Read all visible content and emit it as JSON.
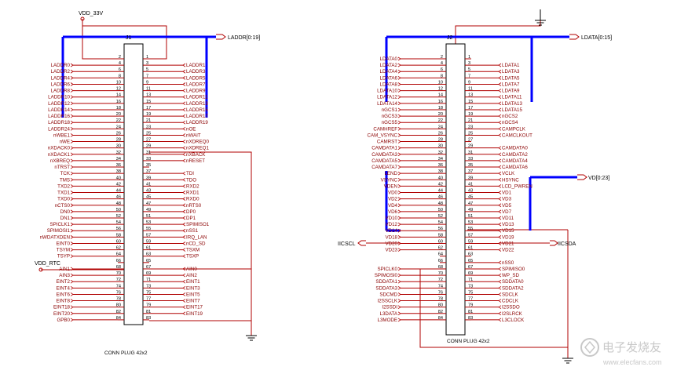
{
  "nets": {
    "vdd33": "VDD_33V",
    "vddrtc": "VDD_RTC",
    "laddr_bus": "LADDR[0:19]",
    "ldata_bus": "LDATA[0:15]",
    "vd_bus": "VD[0:23]",
    "iicscl": "IICSCL",
    "iicsda": "IICSDA"
  },
  "j1": {
    "ref": "J1",
    "part": "CONN PLUG 42x2",
    "rows": [
      {
        "ln": "",
        "lp": "2",
        "rp": "1",
        "rn": ""
      },
      {
        "ln": "LADDR0",
        "lp": "4",
        "rp": "3",
        "rn": "LADDR1"
      },
      {
        "ln": "LADDR2",
        "lp": "6",
        "rp": "5",
        "rn": "LADDR3"
      },
      {
        "ln": "LADDR4",
        "lp": "8",
        "rp": "7",
        "rn": "LADDR5"
      },
      {
        "ln": "LADDR6",
        "lp": "10",
        "rp": "9",
        "rn": "LADDR7"
      },
      {
        "ln": "LADDR8",
        "lp": "12",
        "rp": "11",
        "rn": "LADDR9"
      },
      {
        "ln": "LADDR10",
        "lp": "14",
        "rp": "13",
        "rn": "LADDR11"
      },
      {
        "ln": "LADDR12",
        "lp": "16",
        "rp": "15",
        "rn": "LADDR13"
      },
      {
        "ln": "LADDR14",
        "lp": "18",
        "rp": "17",
        "rn": "LADDR15"
      },
      {
        "ln": "LADDR16",
        "lp": "20",
        "rp": "19",
        "rn": "LADDR17"
      },
      {
        "ln": "LADDR18",
        "lp": "22",
        "rp": "21",
        "rn": "LADDR19"
      },
      {
        "ln": "LADDR24",
        "lp": "24",
        "rp": "23",
        "rn": "nOE"
      },
      {
        "ln": "nWBE1",
        "lp": "26",
        "rp": "25",
        "rn": "nWAIT"
      },
      {
        "ln": "nWE",
        "lp": "28",
        "rp": "27",
        "rn": "nXDREQ0"
      },
      {
        "ln": "nXDACK0",
        "lp": "30",
        "rp": "29",
        "rn": "nXDREQ1"
      },
      {
        "ln": "nXDACK1",
        "lp": "32",
        "rp": "31",
        "rn": "nXBACK"
      },
      {
        "ln": "nXBREQ",
        "lp": "34",
        "rp": "33",
        "rn": "nRESET"
      },
      {
        "ln": "nTRST",
        "lp": "36",
        "rp": "35",
        "rn": ""
      },
      {
        "ln": "TCK",
        "lp": "38",
        "rp": "37",
        "rn": "TDI"
      },
      {
        "ln": "TMS",
        "lp": "40",
        "rp": "39",
        "rn": "TDO"
      },
      {
        "ln": "TXD2",
        "lp": "42",
        "rp": "41",
        "rn": "RXD2"
      },
      {
        "ln": "TXD1",
        "lp": "44",
        "rp": "43",
        "rn": "RXD1"
      },
      {
        "ln": "TXD0",
        "lp": "46",
        "rp": "45",
        "rn": "RXD0"
      },
      {
        "ln": "nCTS0",
        "lp": "48",
        "rp": "47",
        "rn": "nRTS0"
      },
      {
        "ln": "DN0",
        "lp": "50",
        "rp": "49",
        "rn": "DP0"
      },
      {
        "ln": "DN1",
        "lp": "52",
        "rp": "51",
        "rn": "DP1"
      },
      {
        "ln": "SPICLK1",
        "lp": "54",
        "rp": "53",
        "rn": "SPIMISO1"
      },
      {
        "ln": "SPIMOSI1",
        "lp": "56",
        "rp": "55",
        "rn": "nSS1"
      },
      {
        "ln": "nWDATXDEN",
        "lp": "58",
        "rp": "57",
        "rn": "IRQ_LAN"
      },
      {
        "ln": "EINT0",
        "lp": "60",
        "rp": "59",
        "rn": "nCD_SD"
      },
      {
        "ln": "TSYM",
        "lp": "62",
        "rp": "61",
        "rn": "TSXM"
      },
      {
        "ln": "TSYP",
        "lp": "64",
        "rp": "63",
        "rn": "TSXP"
      },
      {
        "ln": "",
        "lp": "66",
        "rp": "65",
        "rn": ""
      },
      {
        "ln": "AIN1",
        "lp": "68",
        "rp": "67",
        "rn": "AIN0"
      },
      {
        "ln": "AIN3",
        "lp": "70",
        "rp": "69",
        "rn": "AIN2"
      },
      {
        "ln": "EINT2",
        "lp": "72",
        "rp": "71",
        "rn": "EINT1"
      },
      {
        "ln": "EINT4",
        "lp": "74",
        "rp": "73",
        "rn": "EINT3"
      },
      {
        "ln": "EINT6",
        "lp": "76",
        "rp": "75",
        "rn": "EINT5"
      },
      {
        "ln": "EINT8",
        "lp": "78",
        "rp": "77",
        "rn": "EINT7"
      },
      {
        "ln": "EINT18",
        "lp": "80",
        "rp": "79",
        "rn": "EINT17"
      },
      {
        "ln": "EINT20",
        "lp": "82",
        "rp": "81",
        "rn": "EINT19"
      },
      {
        "ln": "GPB0",
        "lp": "84",
        "rp": "83",
        "rn": ""
      }
    ]
  },
  "j2": {
    "ref": "J2",
    "part": "CONN PLUG 42x2",
    "rows": [
      {
        "ln": "LDATA0",
        "lp": "2",
        "rp": "1",
        "rn": ""
      },
      {
        "ln": "LDATA2",
        "lp": "4",
        "rp": "3",
        "rn": "LDATA1"
      },
      {
        "ln": "LDATA4",
        "lp": "6",
        "rp": "5",
        "rn": "LDATA3"
      },
      {
        "ln": "LDATA6",
        "lp": "8",
        "rp": "7",
        "rn": "LDATA5"
      },
      {
        "ln": "LDATA8",
        "lp": "10",
        "rp": "9",
        "rn": "LDATA7"
      },
      {
        "ln": "LDATA10",
        "lp": "12",
        "rp": "11",
        "rn": "LDATA9"
      },
      {
        "ln": "LDATA12",
        "lp": "14",
        "rp": "13",
        "rn": "LDATA11"
      },
      {
        "ln": "LDATA14",
        "lp": "16",
        "rp": "15",
        "rn": "LDATA13"
      },
      {
        "ln": "nGCS1",
        "lp": "18",
        "rp": "17",
        "rn": "LDATA15"
      },
      {
        "ln": "nGCS3",
        "lp": "20",
        "rp": "19",
        "rn": "nGCS2"
      },
      {
        "ln": "nGCS5",
        "lp": "22",
        "rp": "21",
        "rn": "nGCS4"
      },
      {
        "ln": "CAMHREF",
        "lp": "24",
        "rp": "23",
        "rn": "CAMPCLK"
      },
      {
        "ln": "CAM_VSYNC",
        "lp": "26",
        "rp": "25",
        "rn": "CAMCLKOUT"
      },
      {
        "ln": "CAMRST",
        "lp": "28",
        "rp": "27",
        "rn": ""
      },
      {
        "ln": "CAMDATA1",
        "lp": "30",
        "rp": "29",
        "rn": "CAMDATA0"
      },
      {
        "ln": "CAMDATA3",
        "lp": "32",
        "rp": "31",
        "rn": "CAMDATA2"
      },
      {
        "ln": "CAMDATA5",
        "lp": "34",
        "rp": "33",
        "rn": "CAMDATA4"
      },
      {
        "ln": "CAMDATA7",
        "lp": "36",
        "rp": "35",
        "rn": "CAMDATA6"
      },
      {
        "ln": "LEND",
        "lp": "38",
        "rp": "37",
        "rn": "VCLK"
      },
      {
        "ln": "VSYNC",
        "lp": "40",
        "rp": "39",
        "rn": "HSYNC"
      },
      {
        "ln": "VDEN",
        "lp": "42",
        "rp": "41",
        "rn": "LCD_PWREN"
      },
      {
        "ln": "VD0",
        "lp": "44",
        "rp": "43",
        "rn": "VD1"
      },
      {
        "ln": "VD2",
        "lp": "46",
        "rp": "45",
        "rn": "VD3"
      },
      {
        "ln": "VD4",
        "lp": "48",
        "rp": "47",
        "rn": "VD5"
      },
      {
        "ln": "VD6",
        "lp": "50",
        "rp": "49",
        "rn": "VD7"
      },
      {
        "ln": "VD10",
        "lp": "52",
        "rp": "51",
        "rn": "VD11"
      },
      {
        "ln": "VD12",
        "lp": "54",
        "rp": "53",
        "rn": "VD13"
      },
      {
        "ln": "VD14",
        "lp": "56",
        "rp": "55",
        "rn": "VD15"
      },
      {
        "ln": "VD18",
        "lp": "58",
        "rp": "57",
        "rn": "VD19"
      },
      {
        "ln": "VD20",
        "lp": "60",
        "rp": "59",
        "rn": "VD21"
      },
      {
        "ln": "VD23",
        "lp": "62",
        "rp": "61",
        "rn": "VD22"
      },
      {
        "ln": "",
        "lp": "64",
        "rp": "63",
        "rn": ""
      },
      {
        "ln": "",
        "lp": "66",
        "rp": "65",
        "rn": "nSS0"
      },
      {
        "ln": "SPICLK0",
        "lp": "68",
        "rp": "67",
        "rn": "SPIMISO0"
      },
      {
        "ln": "SPIMOSI0",
        "lp": "70",
        "rp": "69",
        "rn": "WP_SD"
      },
      {
        "ln": "SDDATA1",
        "lp": "72",
        "rp": "71",
        "rn": "SDDATA0"
      },
      {
        "ln": "SDDATA3",
        "lp": "74",
        "rp": "73",
        "rn": "SDDATA2"
      },
      {
        "ln": "SDCMD",
        "lp": "76",
        "rp": "75",
        "rn": "SDCLK"
      },
      {
        "ln": "I2SSCLK",
        "lp": "78",
        "rp": "77",
        "rn": "CDCLK"
      },
      {
        "ln": "I2SSDI",
        "lp": "80",
        "rp": "79",
        "rn": "I2SSDO"
      },
      {
        "ln": "L3DATA",
        "lp": "82",
        "rp": "81",
        "rn": "I2SLRCK"
      },
      {
        "ln": "L3MODE",
        "lp": "84",
        "rp": "83",
        "rn": "L3CLOCK"
      }
    ]
  },
  "watermark": {
    "brand": "电子发烧友",
    "url": "www.elecfans.com"
  }
}
